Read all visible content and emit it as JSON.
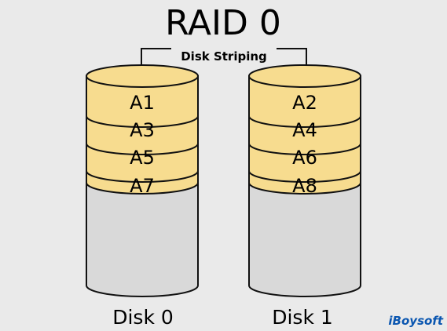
{
  "title": "RAID 0",
  "subtitle": "Disk Striping",
  "disks": [
    {
      "label": "Disk 0",
      "blocks": [
        "A1",
        "A3",
        "A5",
        "A7"
      ]
    },
    {
      "label": "Disk 1",
      "blocks": [
        "A2",
        "A4",
        "A6",
        "A8"
      ]
    }
  ],
  "brand": "iBoysoft",
  "colors": {
    "background": "#eaeaea",
    "block_fill": "#f7dc8f",
    "disk_body": "#d9d9d9",
    "outline": "#111111",
    "brand": "#0a56b0"
  }
}
